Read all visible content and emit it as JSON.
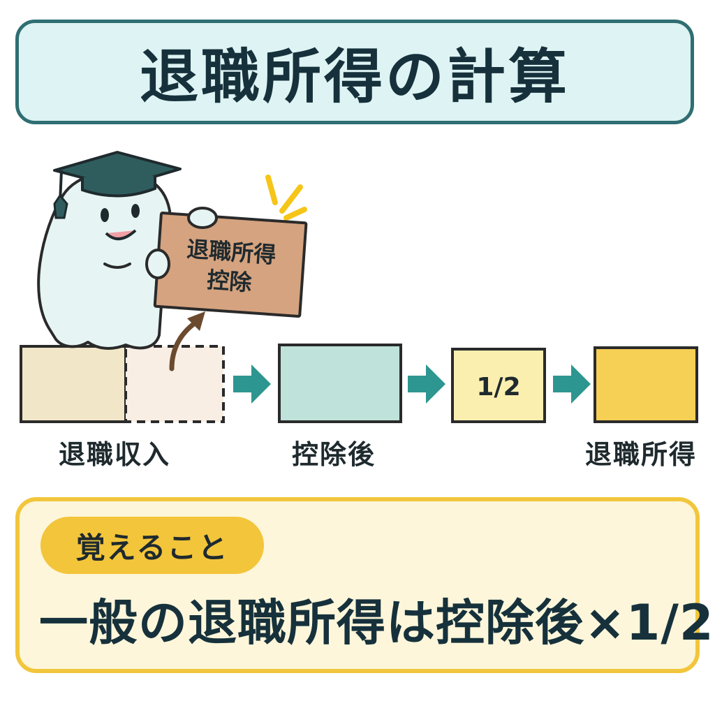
{
  "title": "退職所得の計算",
  "mascot": {
    "sign_line1": "退職所得",
    "sign_line2": "控除"
  },
  "flow": {
    "box_fraction_label": "1/2",
    "labels": {
      "income": "退職収入",
      "after_deduction": "控除後",
      "retirement_income": "退職所得"
    }
  },
  "memo": {
    "tag": "覚えること",
    "text": "一般の退職所得は控除後×1/2"
  },
  "colors": {
    "title_border": "#2f6e72",
    "title_bg": "#def3f3",
    "arrow": "#2d9690",
    "income_box": "#f2e6c8",
    "deduction_box": "#f8eee4",
    "after_box": "#bfe3da",
    "fraction_box": "#fbefb0",
    "result_box": "#f6cf55",
    "memo_border": "#f2c63c",
    "memo_bg": "#fdf6da"
  }
}
